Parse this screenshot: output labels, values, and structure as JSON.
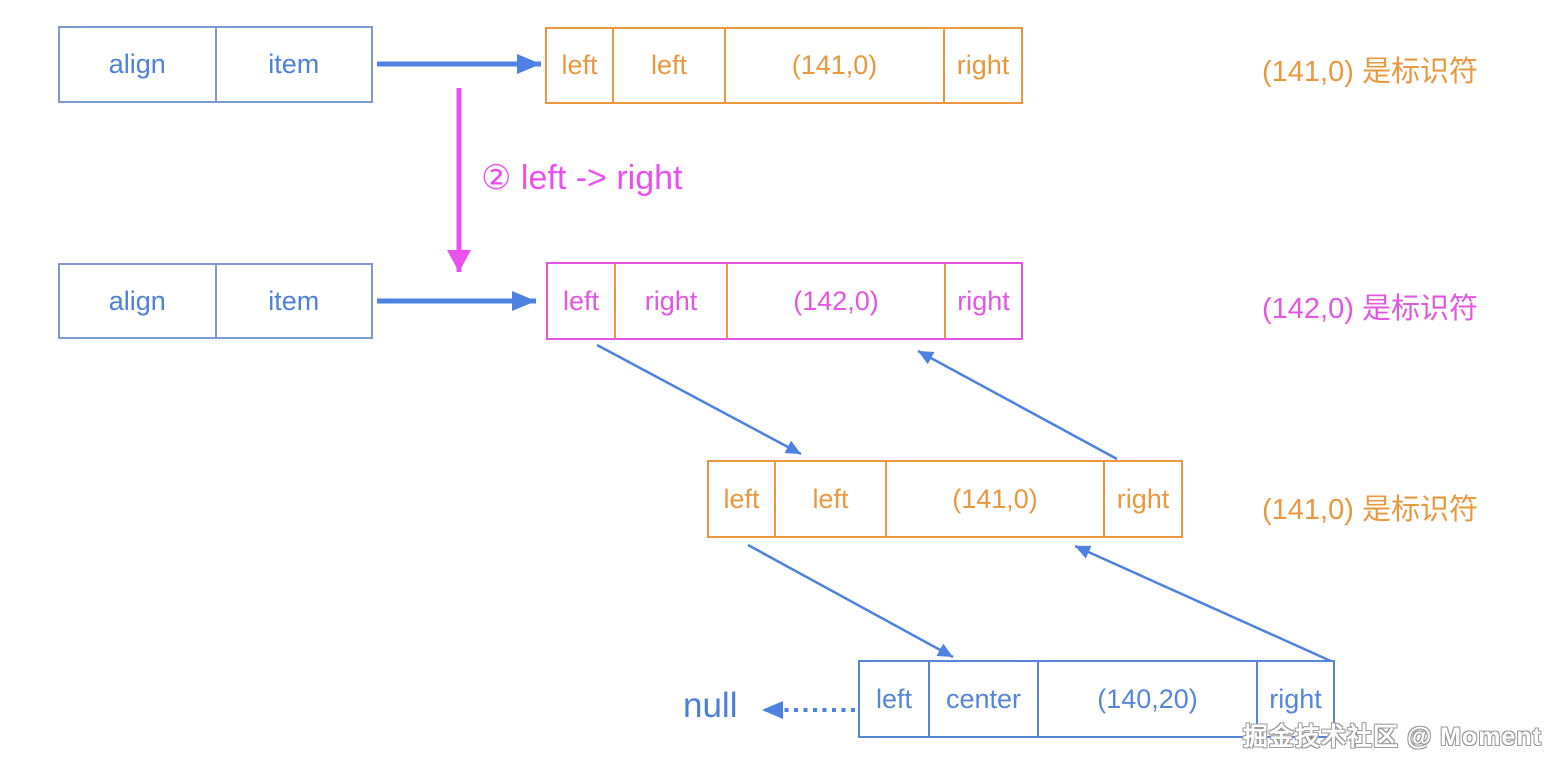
{
  "colors": {
    "blue_box_border": "#7b9ccc",
    "blue_text": "#4d82d6",
    "blue_node": "#5586d9",
    "arrow_blue": "#4d82e0",
    "orange": "#e9983e",
    "magenta": "#e256e2",
    "magenta_arrow": "#ea4ff0",
    "null_text": "#4a7fd4"
  },
  "pointer_boxes": [
    {
      "cells": [
        "align",
        "item"
      ]
    },
    {
      "cells": [
        "align",
        "item"
      ]
    }
  ],
  "nodes": [
    {
      "cells": [
        "left",
        "left",
        "(141,0)",
        "right"
      ],
      "color": "orange"
    },
    {
      "cells": [
        "left",
        "right",
        "(142,0)",
        "right"
      ],
      "color": "magenta"
    },
    {
      "cells": [
        "left",
        "left",
        "(141,0)",
        "right"
      ],
      "color": "orange"
    },
    {
      "cells": [
        "left",
        "center",
        "(140,20)",
        "right"
      ],
      "color": "blue"
    }
  ],
  "annotations": [
    {
      "text": "(141,0) 是标识符",
      "color": "orange"
    },
    {
      "text": "(142,0) 是标识符",
      "color": "magenta"
    },
    {
      "text": "(141,0) 是标识符",
      "color": "orange"
    }
  ],
  "step_label": "② left -> right",
  "null_label": "null",
  "watermark": "掘金技术社区 @ Moment"
}
